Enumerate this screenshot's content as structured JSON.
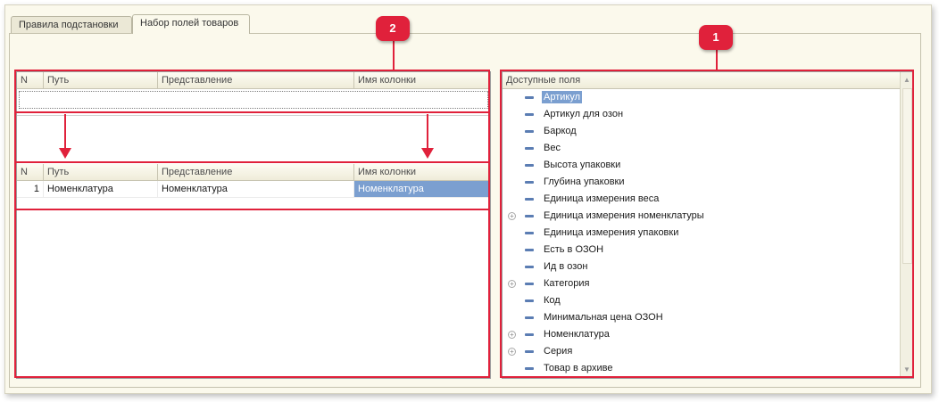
{
  "tabs": [
    {
      "label": "Правила подстановки"
    },
    {
      "label": "Набор полей товаров"
    }
  ],
  "top_grid": {
    "columns": [
      "N",
      "Путь",
      "Представление",
      "Имя колонки"
    ]
  },
  "bottom_grid": {
    "columns": [
      "N",
      "Путь",
      "Представление",
      "Имя колонки"
    ],
    "rows": [
      {
        "n": "1",
        "path": "Номенклатура",
        "repr": "Номенклатура",
        "col": "Номенклатура"
      }
    ]
  },
  "available_fields": {
    "header": "Доступные поля",
    "items": [
      {
        "label": "Артикул",
        "expandable": false,
        "selected": true
      },
      {
        "label": "Артикул для озон",
        "expandable": false
      },
      {
        "label": "Баркод",
        "expandable": false
      },
      {
        "label": "Вес",
        "expandable": false
      },
      {
        "label": "Высота упаковки",
        "expandable": false
      },
      {
        "label": "Глубина упаковки",
        "expandable": false
      },
      {
        "label": "Единица измерения веса",
        "expandable": false
      },
      {
        "label": "Единица измерения номенклатуры",
        "expandable": true
      },
      {
        "label": "Единица измерения упаковки",
        "expandable": false
      },
      {
        "label": "Есть в ОЗОН",
        "expandable": false
      },
      {
        "label": "Ид в озон",
        "expandable": false
      },
      {
        "label": "Категория",
        "expandable": true
      },
      {
        "label": "Код",
        "expandable": false
      },
      {
        "label": "Минимальная цена ОЗОН",
        "expandable": false
      },
      {
        "label": "Номенклатура",
        "expandable": true
      },
      {
        "label": "Серия",
        "expandable": true
      },
      {
        "label": "Товар в архиве",
        "expandable": false
      }
    ]
  },
  "annotations": {
    "badge_1": "1",
    "badge_2": "2"
  },
  "colors": {
    "annotation": "#e0213b",
    "selection": "#7b9fd0",
    "panel_bg": "#fbf9ec"
  }
}
